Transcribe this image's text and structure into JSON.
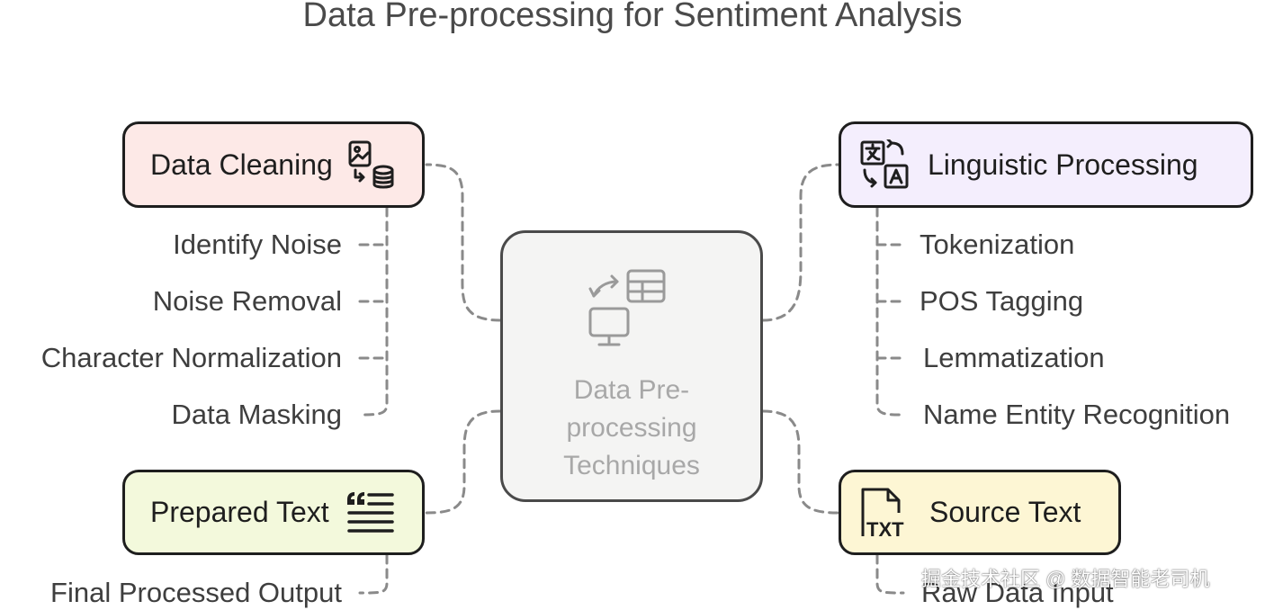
{
  "title": "Data Pre-processing for Sentiment Analysis",
  "center": {
    "label": "Data Pre-processing Techniques",
    "icon": "data-transform-icon"
  },
  "nodes": {
    "data_cleaning": {
      "label": "Data Cleaning",
      "icon": "image-database-icon",
      "fill": "#fde9e7",
      "items": [
        "Identify Noise",
        "Noise Removal",
        "Character Normalization",
        "Data Masking"
      ]
    },
    "prepared_text": {
      "label": "Prepared Text",
      "icon": "quote-text-icon",
      "fill": "#f3f9dc",
      "items": [
        "Final Processed Output"
      ]
    },
    "linguistic_processing": {
      "label": "Linguistic Processing",
      "icon": "translate-icon",
      "fill": "#f4eefd",
      "items": [
        "Tokenization",
        "POS Tagging",
        "Lemmatization",
        "Name Entity Recognition"
      ]
    },
    "source_text": {
      "label": "Source Text",
      "icon": "txt-file-icon",
      "fill": "#fdf6d4",
      "items": [
        "Raw Data Input"
      ]
    }
  },
  "watermark": "掘金技术社区 @ 数据智能老司机"
}
